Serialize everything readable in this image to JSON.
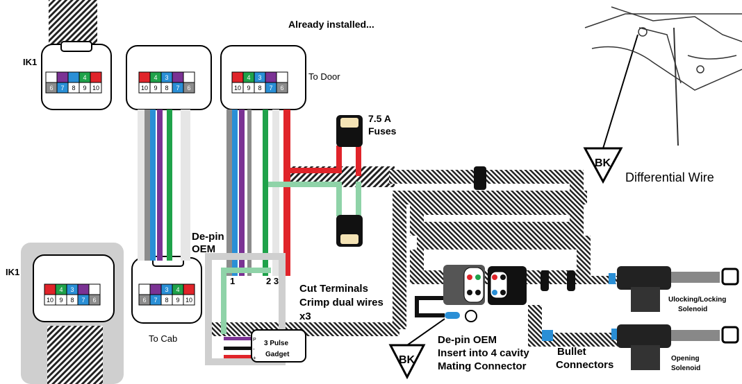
{
  "labels": {
    "already_installed": "Already installed...",
    "ik1_top": "IK1",
    "ik1_bottom": "IK1",
    "to_door": "To Door",
    "to_cab": "To Cab",
    "fuse_line1": "7.5 A",
    "fuse_line2": "Fuses",
    "depin_line1": "De-pin",
    "depin_line2": "OEM",
    "pin1": "1",
    "pin23": "2 3",
    "cut_line1": "Cut Terminals",
    "cut_line2": "Crimp dual wires",
    "cut_line3": "x3",
    "gadget_line1": "3 Pulse",
    "gadget_line2": "Gadget",
    "gadget_p": "P",
    "gadget_minus": "-",
    "gadget_plus": "+",
    "depin2_line1": "De-pin OEM",
    "depin2_line2": "Insert into 4 cavity",
    "depin2_line3": "Mating Connector",
    "bullet_line1": "Bullet",
    "bullet_line2": "Connectors",
    "unlocking_line1": "Ulocking/Locking",
    "unlocking_line2": "Solenoid",
    "opening_line1": "Opening",
    "opening_line2": "Solenoid",
    "bk_left": "BK",
    "bk_right": "BK",
    "differential": "Differential Wire"
  },
  "connector_top_row": {
    "c1": [
      "",
      "",
      "",
      "4",
      ""
    ],
    "c2": [
      "",
      "4",
      "3",
      "",
      ""
    ],
    "c3": [
      "",
      "4",
      "3",
      "",
      ""
    ],
    "c4": [
      "",
      "4",
      "3",
      "",
      ""
    ],
    "c5": [
      "",
      "",
      "3",
      "4",
      ""
    ]
  },
  "connector_bottom_row": {
    "c1": [
      "6",
      "7",
      "8",
      "9",
      "10"
    ],
    "c2": [
      "10",
      "9",
      "8",
      "7",
      "6"
    ],
    "c3": [
      "10",
      "9",
      "8",
      "7",
      "6"
    ],
    "c4": [
      "10",
      "9",
      "8",
      "7",
      "6"
    ],
    "c5": [
      "6",
      "7",
      "8",
      "9",
      "10"
    ]
  },
  "colors": {
    "red": "#e0242a",
    "purple": "#7b3294",
    "green": "#1fa24a",
    "blue": "#2a8fd6",
    "gray": "#8c8c8c",
    "light_gray": "#d9d9d9",
    "mint": "#8fd3a8",
    "black": "#111111"
  }
}
